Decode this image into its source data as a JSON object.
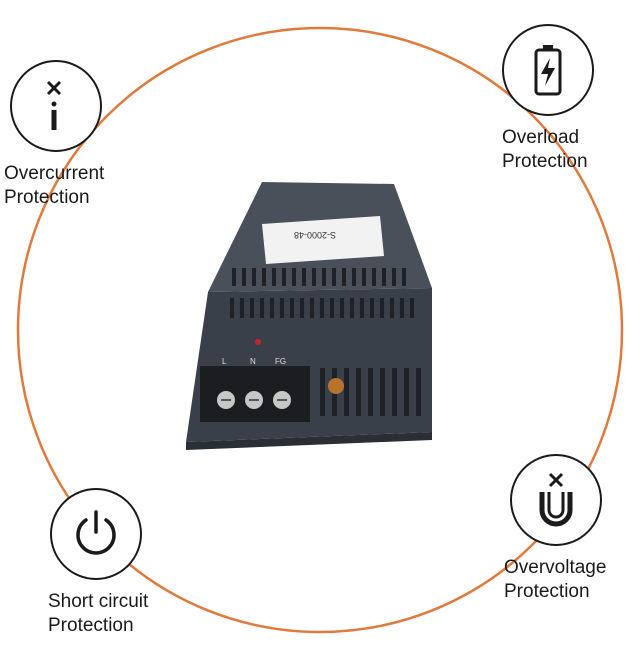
{
  "colors": {
    "ring": "#e07a3c",
    "icon_stroke": "#1a1a1a",
    "text": "#1a1a1a",
    "case": "#3a4049"
  },
  "features": {
    "overcurrent": {
      "icon": "current-x-i-icon",
      "line1": "Overcurrent",
      "line2": "Protection"
    },
    "overload": {
      "icon": "battery-bolt-icon",
      "line1": "Overload",
      "line2": "Protection"
    },
    "short_circuit": {
      "icon": "power-icon",
      "line1": "Short circuit",
      "line2": "Protection"
    },
    "overvoltage": {
      "icon": "voltage-x-u-icon",
      "line1": "Overvoltage",
      "line2": "Protection"
    }
  },
  "product": {
    "model_label": "S-2000-48",
    "terminal_labels": [
      "L",
      "N",
      "FG"
    ]
  }
}
